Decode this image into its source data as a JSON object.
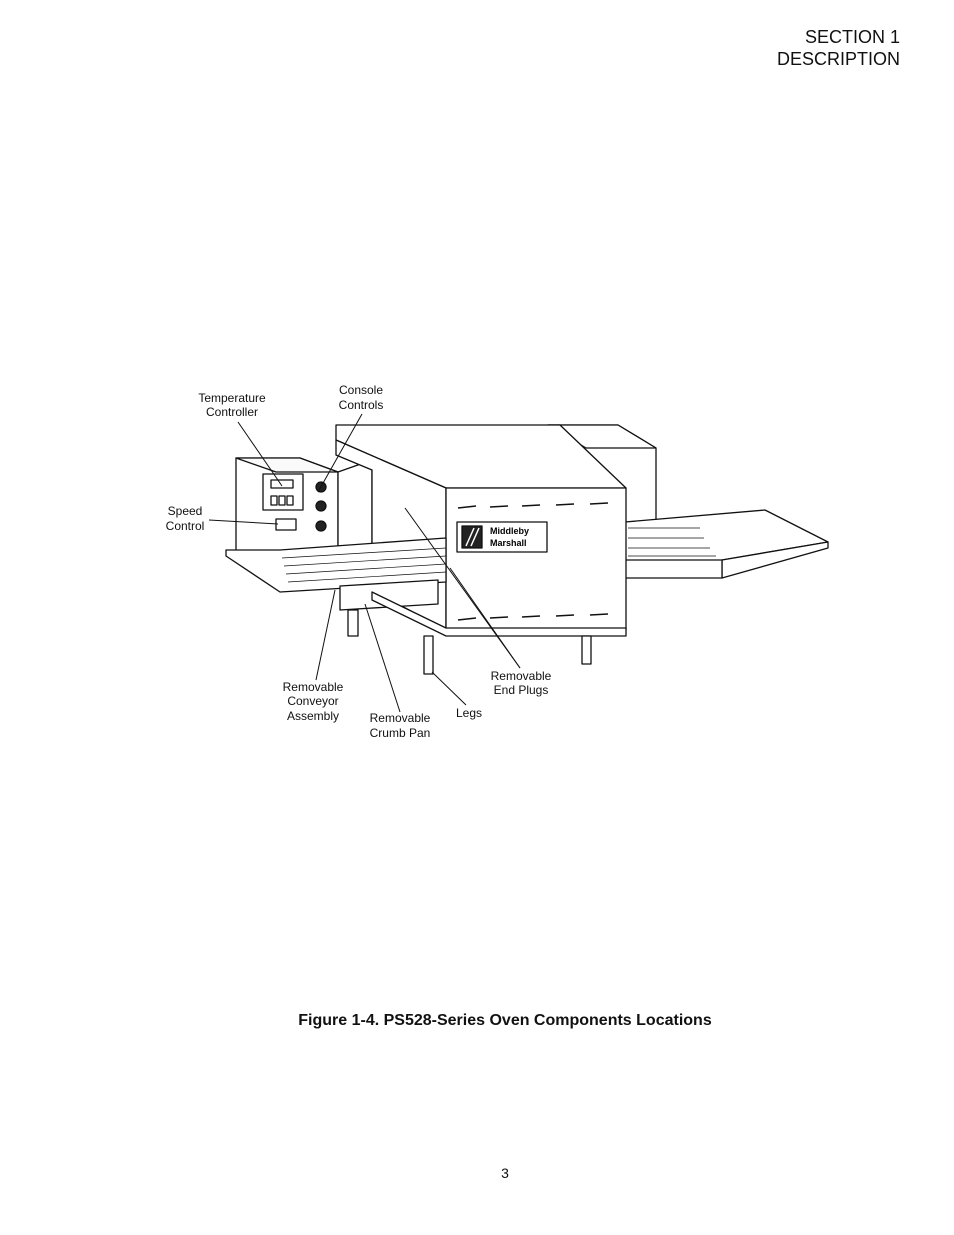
{
  "header": {
    "section": "SECTION 1",
    "title": "DESCRIPTION"
  },
  "figure": {
    "labels": {
      "temperature_controller": [
        "Temperature",
        "Controller"
      ],
      "console_controls": [
        "Console",
        "Controls"
      ],
      "speed_control": [
        "Speed",
        "Control"
      ],
      "removable_end_plugs": [
        "Removable",
        "End Plugs"
      ],
      "removable_conveyor_assembly": [
        "Removable",
        "Conveyor",
        "Assembly"
      ],
      "removable_crumb_pan": [
        "Removable",
        "Crumb Pan"
      ],
      "legs": [
        "Legs"
      ]
    },
    "logo_text": [
      "Middleby",
      "Marshall"
    ],
    "caption": "Figure 1-4.  PS528-Series Oven Components Locations"
  },
  "page_number": "3"
}
